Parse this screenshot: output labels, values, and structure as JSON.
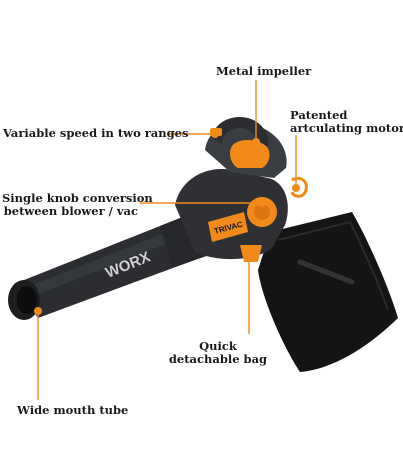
{
  "annotations": {
    "metal_impeller": "Metal impeller",
    "patented_motor_line1": "Patented",
    "patented_motor_line2": "artculating motor",
    "variable_speed": "Variable speed in two ranges",
    "single_knob_line1": "Single knob conversion",
    "single_knob_line2": "between blower / vac",
    "quick_bag_line1": "Quick",
    "quick_bag_line2": "detachable bag",
    "wide_mouth": "Wide mouth tube"
  },
  "product": {
    "brand_logo": "WORX",
    "model_badge": "TRIVAC"
  },
  "colors": {
    "accent_orange": "#f28a1a",
    "body_dark": "#2b2d30",
    "body_mid": "#3a3d41",
    "bag_black": "#141414"
  }
}
